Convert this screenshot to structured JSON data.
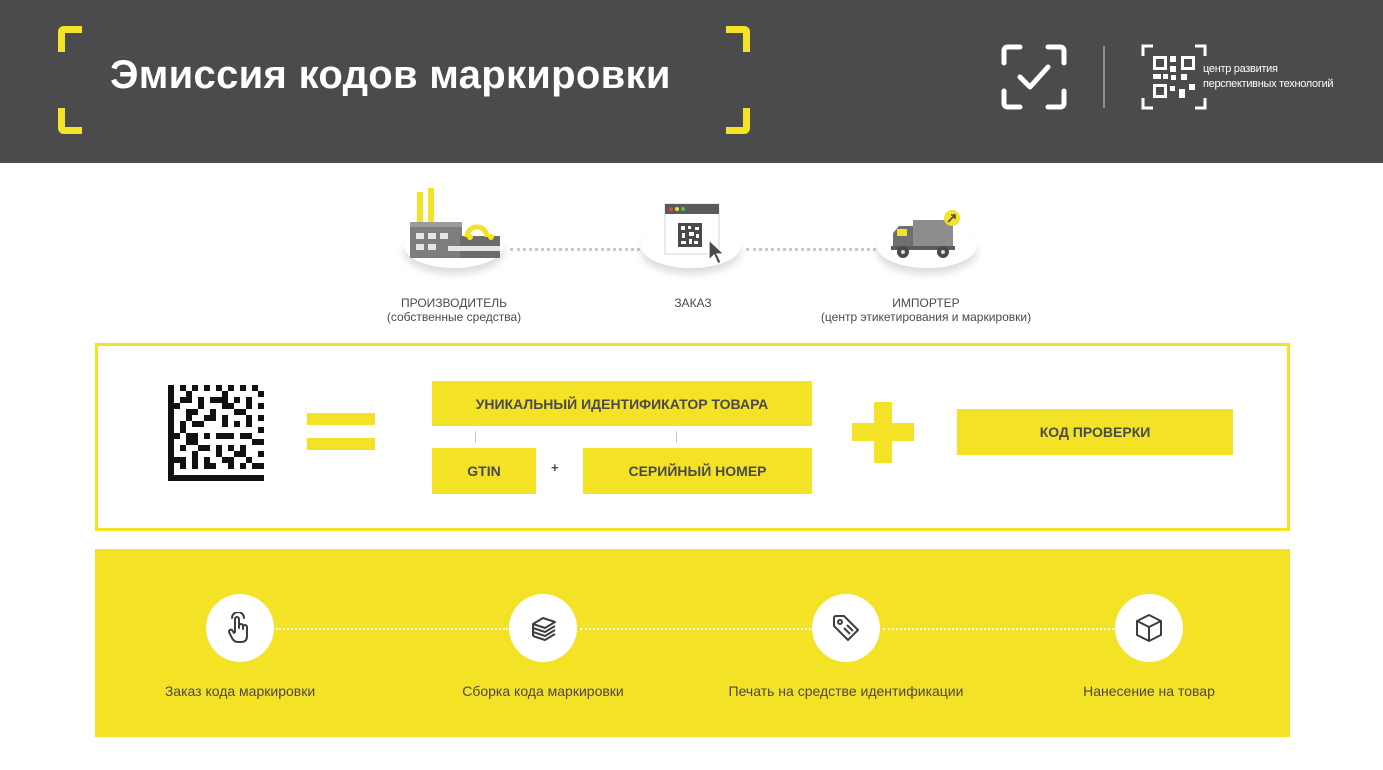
{
  "header": {
    "title": "Эмиссия кодов маркировки",
    "logo_text_line1": "центр развития",
    "logo_text_line2": "перспективных технологий",
    "logo_icon": "check-in-frame-icon"
  },
  "flow": {
    "nodes": [
      {
        "label": "ПРОИЗВОДИТЕЛЬ",
        "sublabel": "(собственные средства)",
        "icon": "factory-icon"
      },
      {
        "label": "ЗАКАЗ",
        "sublabel": "",
        "icon": "browser-qr-icon"
      },
      {
        "label": "ИМПОРТЕР",
        "sublabel": "(центр этикетирования и маркировки)",
        "icon": "truck-icon"
      }
    ]
  },
  "formula": {
    "unique_id": "УНИКАЛЬНЫЙ ИДЕНТИФИКАТОР ТОВАРА",
    "gtin": "GTIN",
    "small_plus": "+",
    "serial": "СЕРИЙНЫЙ НОМЕР",
    "check_code": "КОД ПРОВЕРКИ"
  },
  "steps": [
    {
      "label": "Заказ кода маркировки",
      "icon": "hand-tap-icon"
    },
    {
      "label": "Сборка кода маркировки",
      "icon": "stack-layers-icon"
    },
    {
      "label": "Печать на средстве идентификации",
      "icon": "price-tag-icon"
    },
    {
      "label": "Нанесение на товар",
      "icon": "box-icon"
    }
  ],
  "colors": {
    "accent": "#f4e227",
    "header_bg": "#4b4a4c",
    "text": "#4a4a4a"
  }
}
